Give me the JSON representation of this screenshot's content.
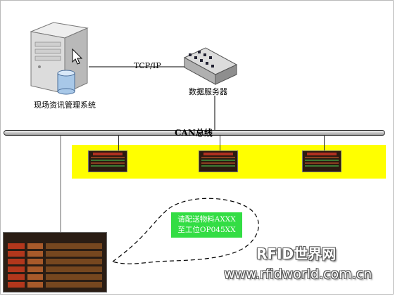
{
  "labels": {
    "pc": "现场资讯管理系统",
    "device": "数据服务器",
    "link": "TCP/IP",
    "bus": "CAN总线"
  },
  "callout": {
    "line1": "请配送物料AXXX",
    "line2": "至工位OP045XX"
  },
  "watermark": {
    "line1": "RFID世界网",
    "line2": "www.rfidworld.com.cn"
  },
  "colors": {
    "yellow_band": "#ffff00",
    "callout_bg": "#33dd44",
    "display_bg": "#2c1a10"
  },
  "icons": [
    "server-icon",
    "database-icon",
    "cursor-icon",
    "network-device-icon"
  ]
}
